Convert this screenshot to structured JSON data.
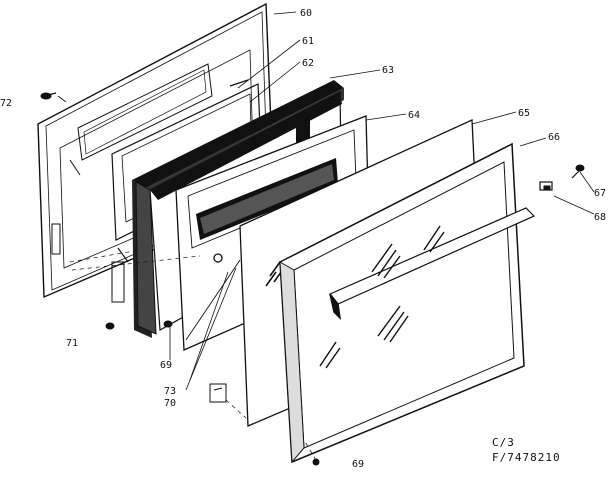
{
  "callouts": [
    "60",
    "61",
    "62",
    "63",
    "64",
    "65",
    "66",
    "67",
    "68",
    "69",
    "69",
    "70",
    "71",
    "72",
    "73"
  ],
  "drawing_code": {
    "line1": "C/3",
    "line2": "F/7478210"
  },
  "colors": {
    "ink": "#111111",
    "paper": "#ffffff"
  }
}
